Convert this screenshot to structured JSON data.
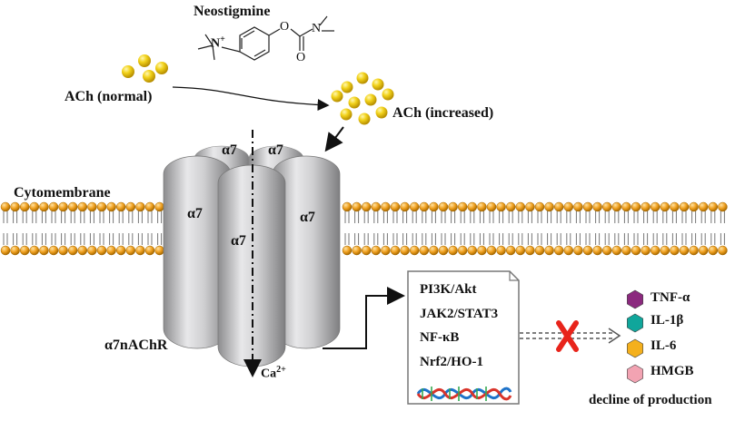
{
  "drug": {
    "name": "Neostigmine",
    "structure_labels": {
      "cation": "N",
      "charge": "+",
      "ether_o": "O",
      "carbonyl_o": "O",
      "amide_n": "N"
    }
  },
  "ach": {
    "normal_label": "ACh (normal)",
    "increased_label": "ACh (increased)"
  },
  "membrane": {
    "label": "Cytomembrane"
  },
  "receptor": {
    "name": "α7nAChR",
    "subunits": [
      "α7",
      "α7",
      "α7",
      "α7",
      "α7"
    ]
  },
  "ion": {
    "symbol": "Ca",
    "charge": "2+"
  },
  "pathways": [
    "PI3K/Akt",
    "JAK2/STAT3",
    "NF-κB",
    "Nrf2/HO-1"
  ],
  "cytokines": [
    {
      "name": "TNF-α",
      "color": "#8b2a7e"
    },
    {
      "name": "IL-1β",
      "color": "#10a69b"
    },
    {
      "name": "IL-6",
      "color": "#f4b01d"
    },
    {
      "name": "HMGB",
      "color": "#f2a3b2"
    }
  ],
  "outcome": "decline of production",
  "colors": {
    "lipid_head": "#f0a020",
    "ach_ball": "#f2d21a",
    "receptor": "#b9b9bb",
    "inhibit_x": "#e8241b"
  }
}
